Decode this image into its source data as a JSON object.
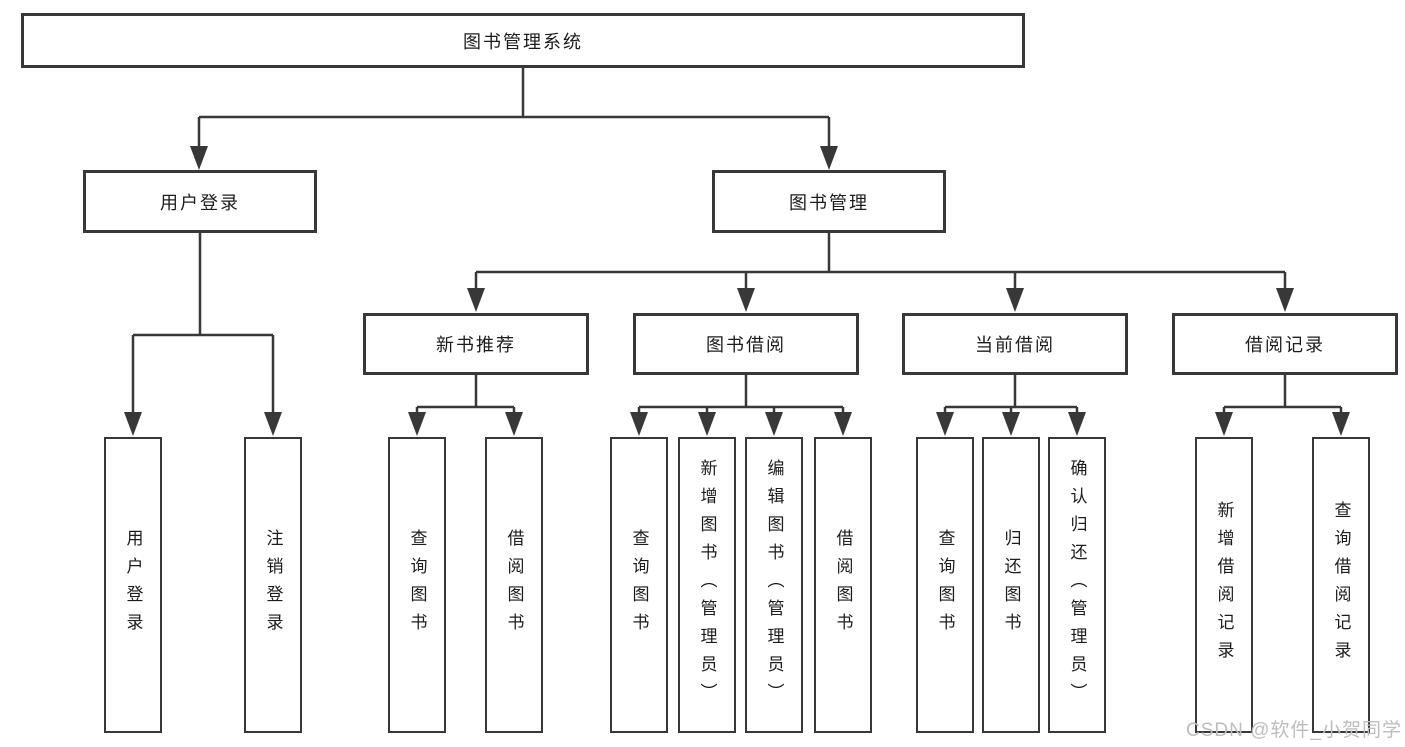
{
  "diagram": {
    "root": {
      "label": "图书管理系统",
      "children": [
        {
          "label": "用户登录",
          "children": [
            {
              "label": "用户登录"
            },
            {
              "label": "注销登录"
            }
          ]
        },
        {
          "label": "图书管理",
          "children": [
            {
              "label": "新书推荐",
              "children": [
                {
                  "label": "查询图书"
                },
                {
                  "label": "借阅图书"
                }
              ]
            },
            {
              "label": "图书借阅",
              "children": [
                {
                  "label": "查询图书"
                },
                {
                  "label": "新增图书（管理员）"
                },
                {
                  "label": "编辑图书（管理员）"
                },
                {
                  "label": "借阅图书"
                }
              ]
            },
            {
              "label": "当前借阅",
              "children": [
                {
                  "label": "查询图书"
                },
                {
                  "label": "归还图书"
                },
                {
                  "label": "确认归还（管理员）"
                }
              ]
            },
            {
              "label": "借阅记录",
              "children": [
                {
                  "label": "新增借阅记录"
                },
                {
                  "label": "查询借阅记录"
                }
              ]
            }
          ]
        }
      ]
    },
    "watermark": "CSDN @软件_小贺同学",
    "colors": {
      "line": "#383838",
      "border": "#383838",
      "text": "#1c1c1c",
      "background": "#ffffff",
      "watermark": "#bdbdbd"
    }
  }
}
